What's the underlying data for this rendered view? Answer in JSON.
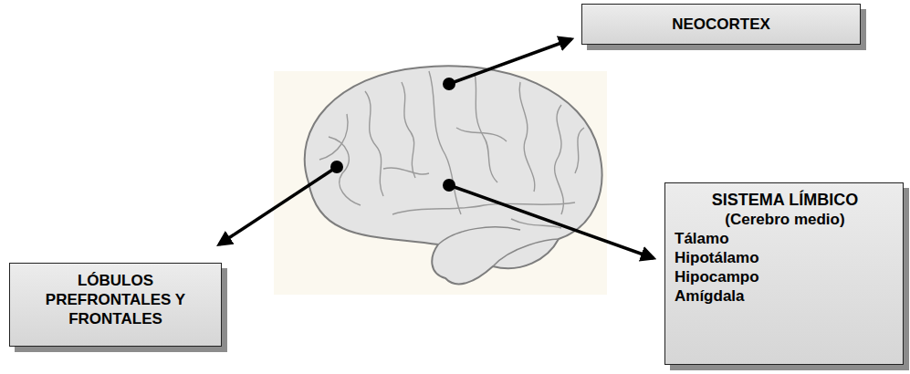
{
  "diagram": {
    "nodes": [
      {
        "text": [
          "NEOCORTEX"
        ]
      },
      {
        "text": [
          "SISTEMA LÍMBICO",
          "(Cerebro medio)",
          "Tálamo",
          "Hipotálamo",
          "Hipocampo",
          "Amígdala"
        ]
      },
      {
        "text": [
          "LÓBULOS PREFRONTALES Y FRONTALES"
        ]
      }
    ]
  }
}
